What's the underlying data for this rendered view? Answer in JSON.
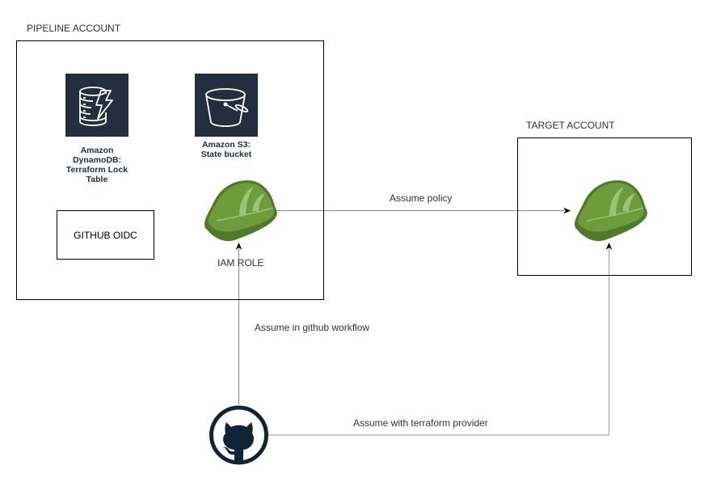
{
  "diagram": {
    "groups": {
      "pipeline_account": {
        "label": "PIPELINE ACCOUNT"
      },
      "target_account": {
        "label": "TARGET ACCOUNT"
      }
    },
    "nodes": {
      "dynamodb": {
        "icon": "dynamodb-icon",
        "caption": [
          "Amazon",
          "DynamoDB:",
          "Terraform Lock",
          "Table"
        ]
      },
      "s3": {
        "icon": "s3-bucket-icon",
        "caption": [
          "Amazon S3:",
          "State bucket"
        ]
      },
      "github_oidc": {
        "label": "GITHUB OIDC"
      },
      "iam_role_pipeline": {
        "icon": "hard-hat-icon",
        "label": "IAM ROLE"
      },
      "iam_role_target": {
        "icon": "hard-hat-icon"
      },
      "github": {
        "icon": "github-icon"
      }
    },
    "edges": {
      "assume_policy": {
        "label": "Assume policy",
        "from": "iam_role_pipeline",
        "to": "iam_role_target"
      },
      "assume_github_workflow": {
        "label": "Assume in github workflow",
        "from": "github",
        "to": "iam_role_pipeline"
      },
      "assume_terraform_provider": {
        "label": "Assume with terraform provider",
        "from": "github",
        "to": "iam_role_target"
      }
    },
    "colors": {
      "aws_tile": "#232f3e",
      "hat_green": "#6f9b3a",
      "hat_dark": "#4f7a28",
      "hat_light": "#9dc27a",
      "github_dark": "#0f2537",
      "edge": "#888888"
    }
  }
}
